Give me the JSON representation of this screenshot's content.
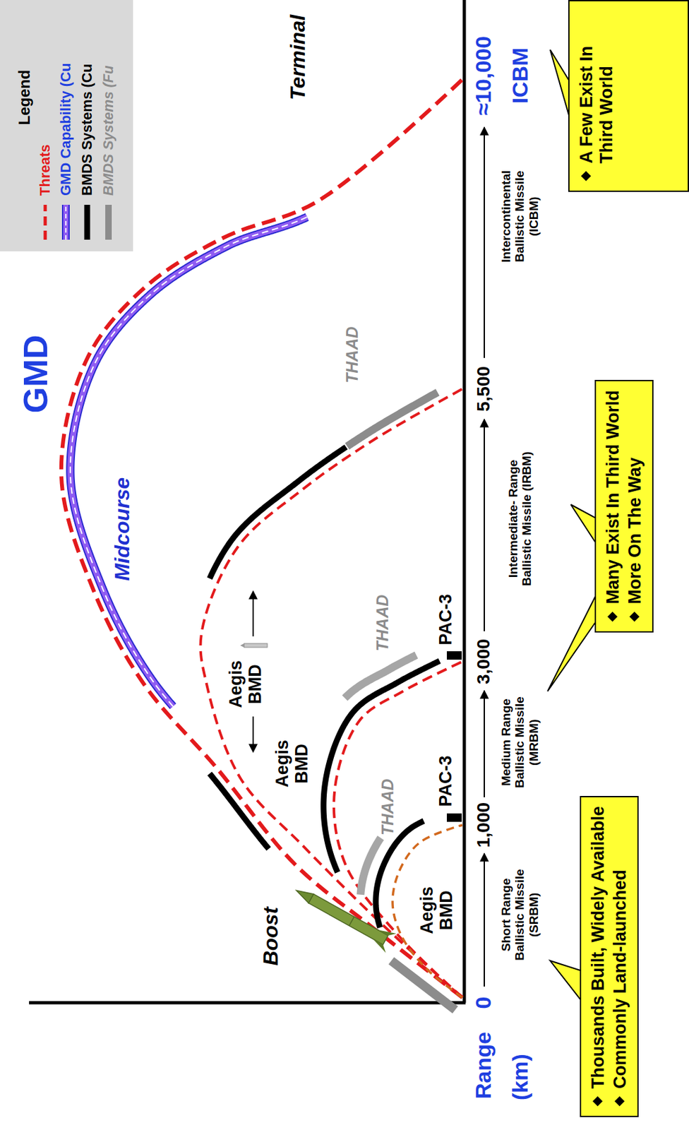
{
  "diagram": {
    "title": "GMD",
    "nodes": [
      {
        "text": [
          "Thousands Built, Widely Available",
          "Commonly Land-launched"
        ]
      },
      {
        "text": [
          "Many Exist In Third World",
          "More On The Way"
        ]
      },
      {
        "text": [
          "A Few Exist In Third World"
        ]
      }
    ],
    "labels": [
      "Legend",
      "Midcourse",
      "Boost",
      "Terminal",
      "Aegis BMD",
      "Aegis BMD",
      "Aegis BMD",
      "THAAD",
      "PAC-3",
      "THAAD",
      "PAC-3",
      "THAAD",
      "Range",
      "(km)",
      "0",
      "1,000",
      "3,000",
      "5,500",
      "≈10,000",
      "ICBM",
      "Short Range Ballistic Missile (SRBM)",
      "Medium Range Ballistic Missile (MRBM)",
      "Intermediate- Range Ballistic Missile (IRBM)",
      "Intercontinental Ballistic Missile (ICBM)"
    ],
    "legend": [
      {
        "text": "Threats"
      },
      {
        "text": "GMD Capability (Cu"
      },
      {
        "text": "BMDS Systems (Cu"
      },
      {
        "text": "BMDS Systems (Fu"
      }
    ]
  }
}
